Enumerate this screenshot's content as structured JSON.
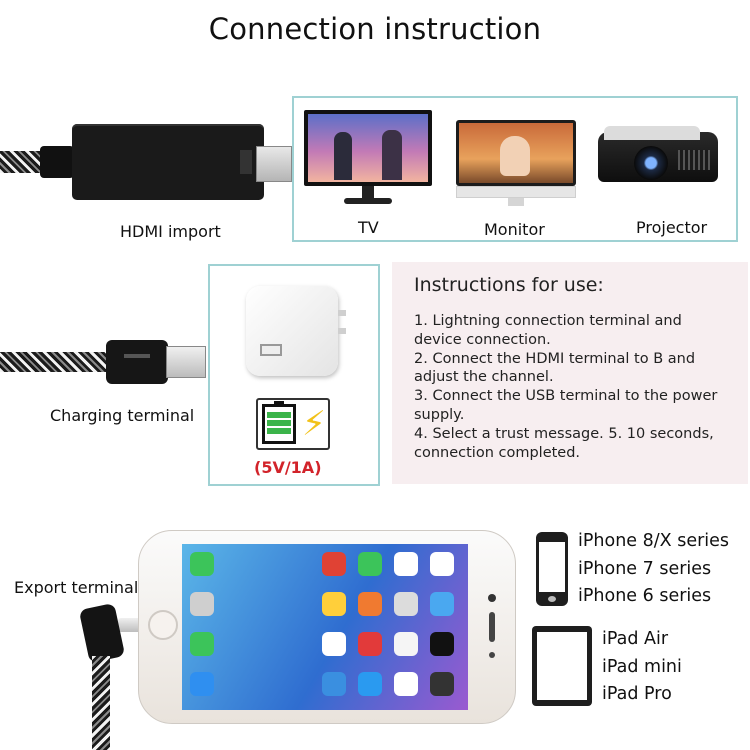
{
  "title": "Connection instruction",
  "hdmi": {
    "label": "HDMI import"
  },
  "displays": {
    "tv_label": "TV",
    "monitor_label": "Monitor",
    "projector_label": "Projector"
  },
  "charging": {
    "label": "Charging terminal",
    "power_spec": "(5V/1A)"
  },
  "instructions": {
    "heading": "Instructions for use:",
    "steps": [
      "1. Lightning connection terminal and device connection.",
      "2. Connect the HDMI terminal to B and adjust the channel.",
      "3. Connect the USB terminal to the power supply.",
      "4. Select a trust message. 5. 10 seconds, connection completed."
    ]
  },
  "export": {
    "label": "Export terminal"
  },
  "iphone_series": [
    "iPhone 8/X series",
    "iPhone 7 series",
    "iPhone 6 series"
  ],
  "ipad_series": [
    "iPad Air",
    "iPad mini",
    "iPad Pro"
  ],
  "colors": {
    "frame": "#9fd1d3",
    "instructions_bg": "#f7eef0",
    "power_red": "#d2232a",
    "battery_green": "#3bb44a"
  }
}
